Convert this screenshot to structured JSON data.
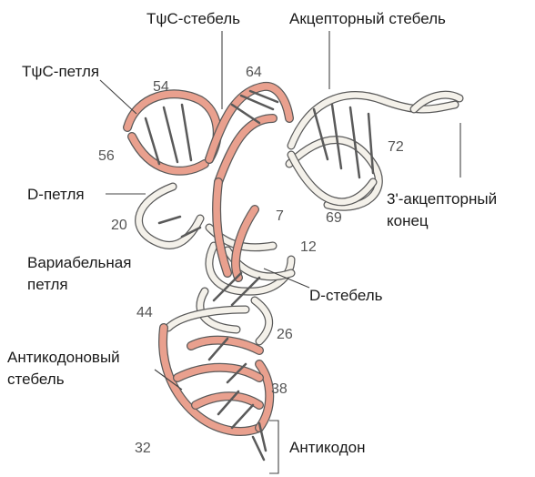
{
  "colors": {
    "highlight": "#E9A08E",
    "backbone": "#F4F1EA",
    "outline": "#5a5a5a",
    "text": "#1a1a1a",
    "numbers": "#555555"
  },
  "labels": {
    "tpsic_stem": "TψC-стебель",
    "acceptor_stem": "Акцепторный стебель",
    "tpsic_loop": "TψC-петля",
    "d_loop": "D-петля",
    "acceptor_end_line1": "3'-акцепторный",
    "acceptor_end_line2": "конец",
    "variable_loop_line1": "Вариабельная",
    "variable_loop_line2": "петля",
    "d_stem": "D-стебель",
    "anticodon_stem_line1": "Антикодоновый",
    "anticodon_stem_line2": "стебель",
    "anticodon": "Антикодон"
  },
  "numbers": {
    "n54": "54",
    "n64": "64",
    "n56": "56",
    "n72": "72",
    "n20": "20",
    "n7": "7",
    "n69": "69",
    "n12": "12",
    "n44": "44",
    "n26": "26",
    "n38": "38",
    "n32": "32"
  }
}
